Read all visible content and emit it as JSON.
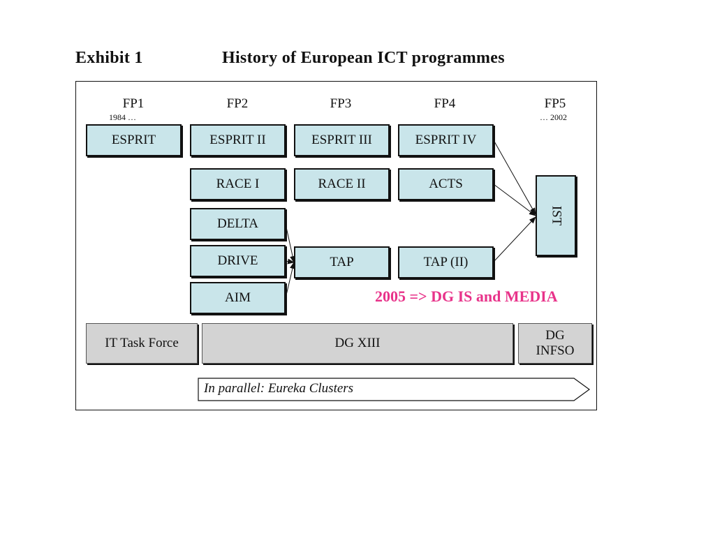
{
  "header": {
    "exhibit": "Exhibit 1",
    "title": "History of European ICT programmes"
  },
  "framework_programmes": [
    {
      "label": "FP1",
      "year": "1984 …"
    },
    {
      "label": "FP2"
    },
    {
      "label": "FP3"
    },
    {
      "label": "FP4"
    },
    {
      "label": "FP5",
      "year": "… 2002"
    }
  ],
  "programmes": {
    "esprit": "ESPRIT",
    "esprit2": "ESPRIT II",
    "esprit3": "ESPRIT III",
    "esprit4": "ESPRIT IV",
    "race1": "RACE I",
    "race2": "RACE II",
    "acts": "ACTS",
    "delta": "DELTA",
    "drive": "DRIVE",
    "aim": "AIM",
    "tap": "TAP",
    "tap2": "TAP (II)",
    "ist": "IST"
  },
  "directorates": {
    "it_task_force": "IT Task Force",
    "dg13": "DG XIII",
    "dg_infso_line1": "DG",
    "dg_infso_line2": "INFSO"
  },
  "parallel": "In parallel: Eureka Clusters",
  "note": "2005 => DG IS and MEDIA",
  "colors": {
    "programme_fill": "#c9e5ea",
    "dg_fill": "#d3d3d3",
    "note": "#e8338a"
  }
}
